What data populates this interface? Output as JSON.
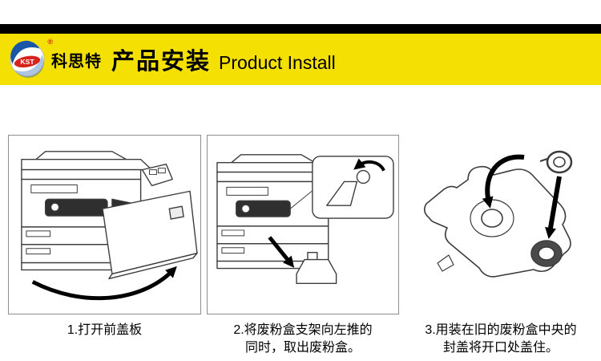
{
  "header": {
    "brand": "科思特",
    "registered_mark": "®",
    "logo_text": "KST",
    "title_cn": "产品安装",
    "title_en": "Product Install"
  },
  "colors": {
    "band_yellow": "#F5E003",
    "top_bar_black": "#000000",
    "logo_blue": "#1A56A8",
    "logo_red": "#D8231D",
    "illustration_line_gray": "#3C3C3C"
  },
  "steps": [
    {
      "id": 1,
      "illustration": "printer-front-cover-opened",
      "caption_lines": [
        "1.打开前盖板",
        ""
      ]
    },
    {
      "id": 2,
      "illustration": "waste-toner-box-removal-with-detail-callout",
      "caption_lines": [
        "2.将废粉盒支架向左推的",
        "同时，取出废粉盒。"
      ]
    },
    {
      "id": 3,
      "illustration": "waste-toner-box-cap-covering-opening",
      "caption_lines": [
        "3.用装在旧的废粉盒中央的",
        "封盖将开口处盖住。"
      ]
    }
  ]
}
